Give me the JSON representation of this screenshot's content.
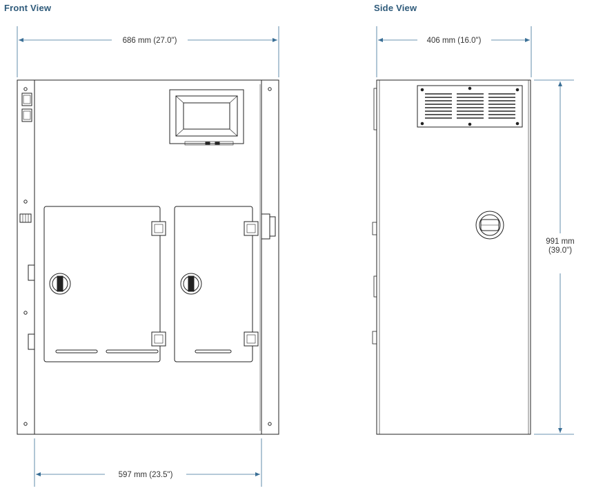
{
  "front_view": {
    "title": "Front View",
    "width_dimension": "686 mm (27.0\")",
    "inner_width_dimension": "597 mm (23.5\")"
  },
  "side_view": {
    "title": "Side View",
    "depth_dimension": "406 mm (16.0\")",
    "height_dimension_mm": "991 mm",
    "height_dimension_in": "(39.0\")"
  },
  "colors": {
    "heading": "#2e5a7a",
    "dimension_line": "#3a6f96",
    "outline": "#222222"
  }
}
